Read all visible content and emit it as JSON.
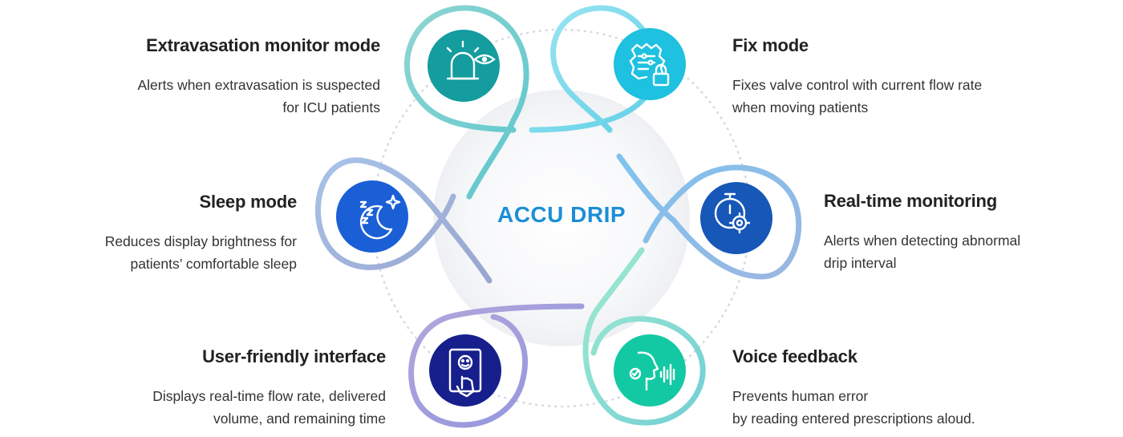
{
  "center": {
    "title": "ACCU DRIP",
    "color": "#1b8fd6"
  },
  "features": [
    {
      "key": "extravasation",
      "title": "Extravasation monitor mode",
      "lines": [
        "Alerts when extravasation is suspected",
        "for ICU patients"
      ],
      "icon": "alarm-eye-icon",
      "color": "#149c9e"
    },
    {
      "key": "fix",
      "title": "Fix mode",
      "lines": [
        "Fixes valve control with current flow rate",
        "when moving patients"
      ],
      "icon": "gear-lock-icon",
      "color": "#1ec1df"
    },
    {
      "key": "sleep",
      "title": "Sleep mode",
      "lines": [
        "Reduces display brightness for",
        "patients’ comfortable sleep"
      ],
      "icon": "moon-zzz-icon",
      "color": "#1a5fd6"
    },
    {
      "key": "realtime",
      "title": "Real-time monitoring",
      "lines": [
        "Alerts when detecting abnormal",
        "drip interval"
      ],
      "icon": "stopwatch-gear-icon",
      "color": "#1657b8"
    },
    {
      "key": "ui",
      "title": "User-friendly interface",
      "lines": [
        "Displays real-time flow rate, delivered",
        "volume, and remaining time"
      ],
      "icon": "touch-screen-icon",
      "color": "#161f8c"
    },
    {
      "key": "voice",
      "title": "Voice feedback",
      "lines": [
        "Prevents human error",
        "by reading  entered prescriptions aloud."
      ],
      "icon": "voice-check-icon",
      "color": "#13c9a3"
    }
  ]
}
